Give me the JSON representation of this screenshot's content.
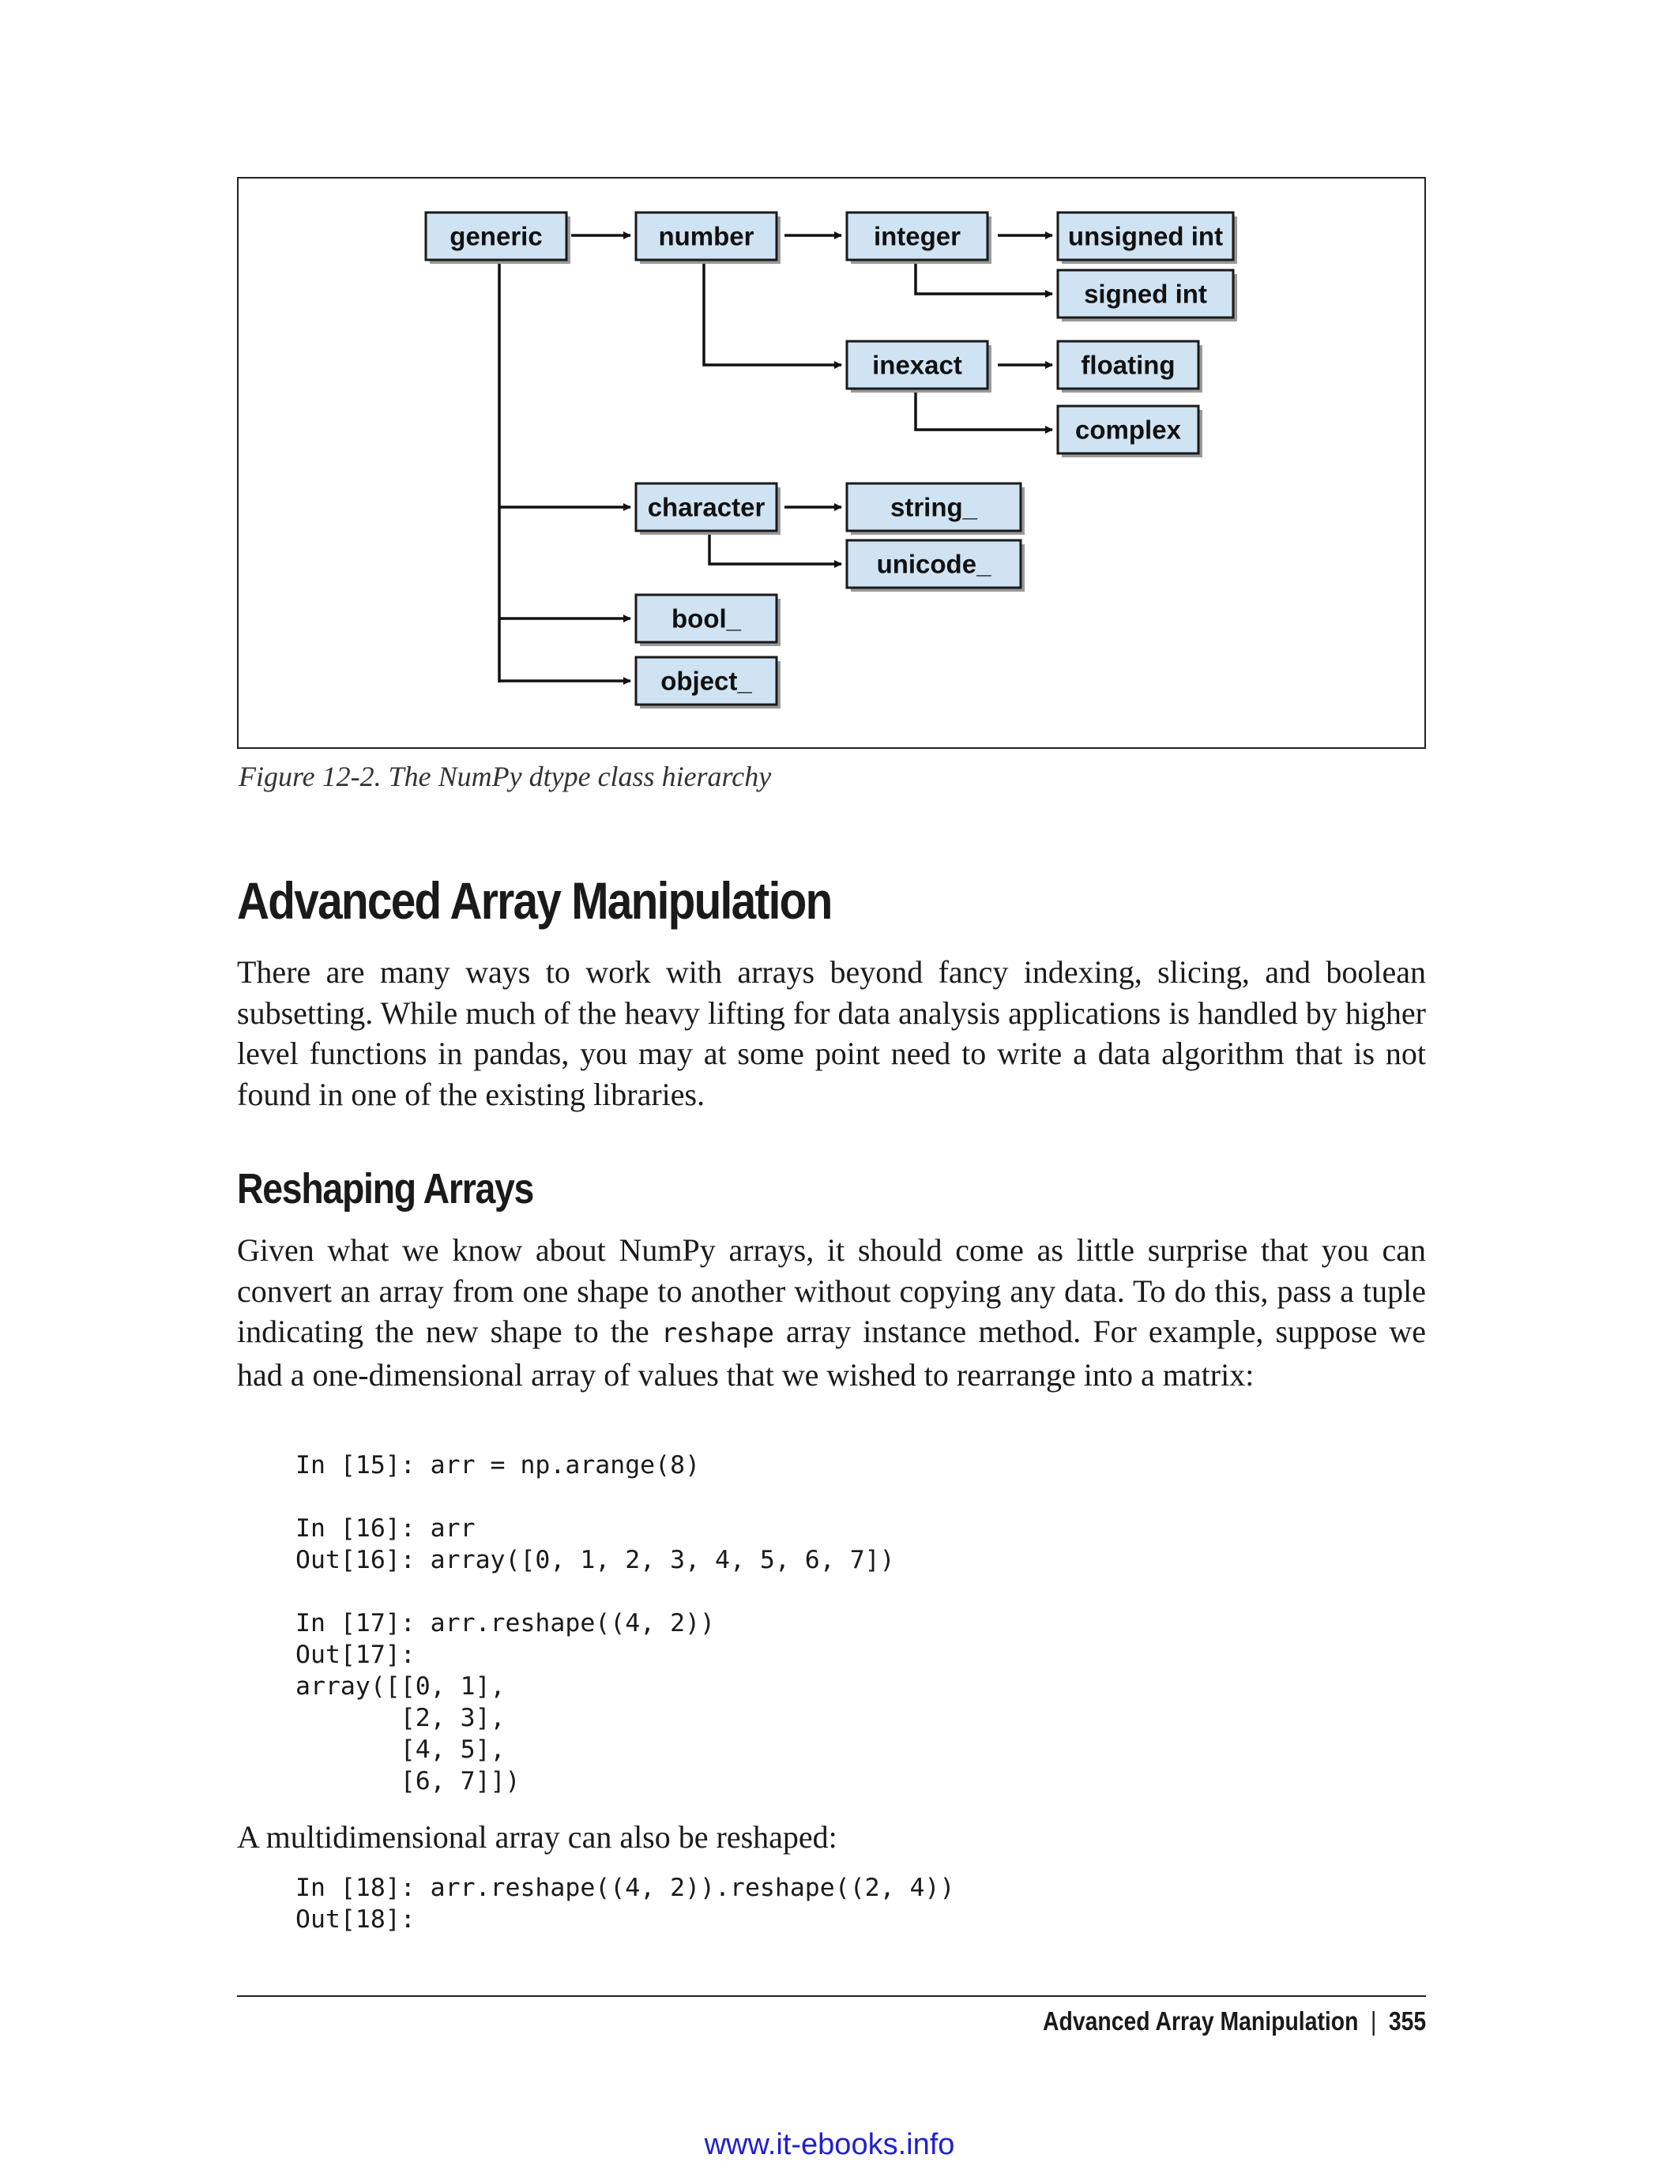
{
  "figure": {
    "caption": "Figure 12-2. The NumPy dtype class hierarchy",
    "nodes": {
      "generic": "generic",
      "number": "number",
      "integer": "integer",
      "unsigned_int": "unsigned int",
      "signed_int": "signed int",
      "inexact": "inexact",
      "floating": "floating",
      "complex": "complex",
      "character": "character",
      "string": "string_",
      "unicode": "unicode_",
      "bool": "bool_",
      "object": "object_"
    }
  },
  "section": {
    "title": "Advanced Array Manipulation"
  },
  "paragraphs": {
    "intro": "There are many ways to work with arrays beyond fancy indexing, slicing, and boolean subsetting. While much of the heavy lifting for data analysis applications is handled by higher level functions in pandas, you may at some point need to write a data algorithm that is not found in one of the existing libraries.",
    "reshape_a": "Given what we know about NumPy arrays, it should come as little surprise that you can convert an array from one shape to another without copying any data. To do this, pass a tuple indicating the new shape to the",
    "reshape_code": "reshape",
    "reshape_b": "array instance method. For example, suppose we had a one-dimensional array of values that we wished to rearrange into a matrix:",
    "multidim": "A multidimensional array can also be reshaped:"
  },
  "subsection": {
    "title": "Reshaping Arrays"
  },
  "code": {
    "block1": "In [15]: arr = np.arange(8)\n\nIn [16]: arr\nOut[16]: array([0, 1, 2, 3, 4, 5, 6, 7])\n\nIn [17]: arr.reshape((4, 2))\nOut[17]:\narray([[0, 1],\n       [2, 3],\n       [4, 5],\n       [6, 7]])",
    "block2": "In [18]: arr.reshape((4, 2)).reshape((2, 4))\nOut[18]:"
  },
  "footer": {
    "running_head": "Advanced Array Manipulation",
    "separator": "|",
    "page_number": "355"
  },
  "watermark": "www.it-ebooks.info",
  "colors": {
    "node_fill": "#cfe3f2",
    "watermark": "#1f1fd0"
  }
}
